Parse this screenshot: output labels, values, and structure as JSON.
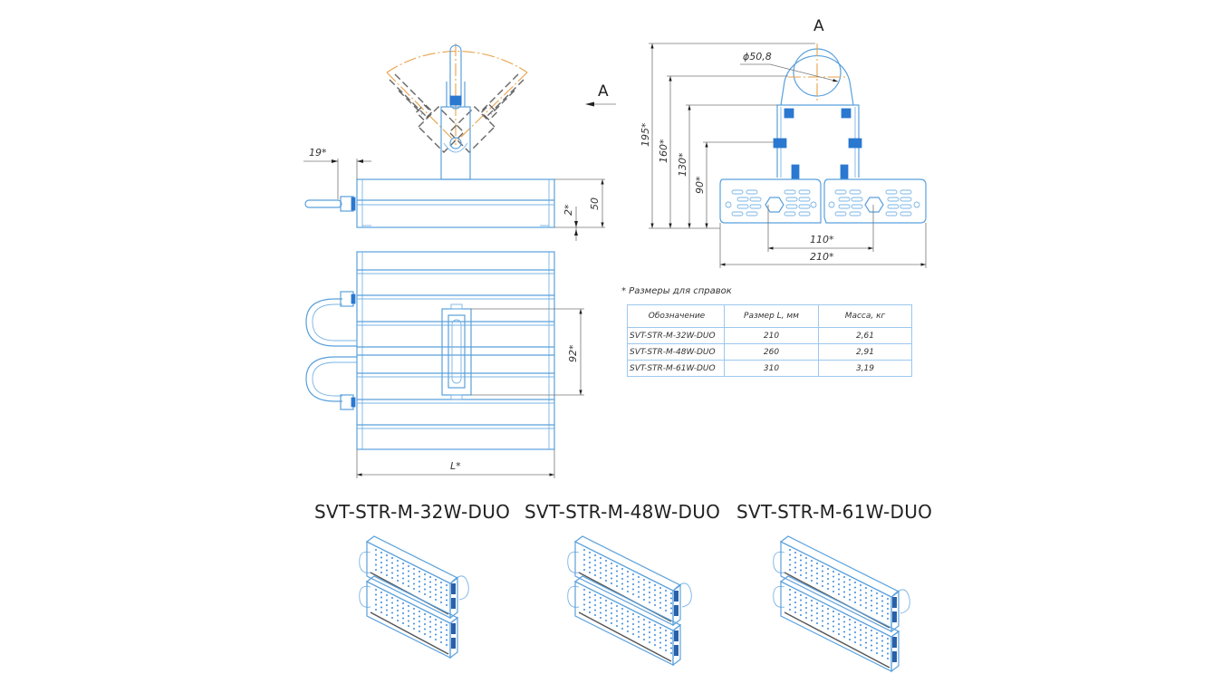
{
  "drawing": {
    "view_label_side": "A",
    "view_label_top": "A",
    "side_view_dims": {
      "cable_offset": "19*",
      "height": "50",
      "gap": "2*"
    },
    "top_view_dims": {
      "length": "L*",
      "bracket_spacing": "92*"
    },
    "view_a_dims": {
      "pipe_diameter": "ϕ50,8",
      "h195": "195*",
      "h160": "160*",
      "h130": "130*",
      "h90": "90*",
      "w110": "110*",
      "w210": "210*"
    }
  },
  "note": "* Размеры для справок",
  "spec_table": {
    "headers": [
      "Обозначение",
      "Размер L, мм",
      "Масса, кг"
    ],
    "rows": [
      [
        "SVT-STR-M-32W-DUO",
        "210",
        "2,61"
      ],
      [
        "SVT-STR-M-48W-DUO",
        "260",
        "2,91"
      ],
      [
        "SVT-STR-M-61W-DUO",
        "310",
        "3,19"
      ]
    ]
  },
  "models": [
    {
      "title": "SVT-STR-M-32W-DUO"
    },
    {
      "title": "SVT-STR-M-48W-DUO"
    },
    {
      "title": "SVT-STR-M-61W-DUO"
    }
  ],
  "colors": {
    "outline": "#5aa0dc",
    "fastener": "#2a78d0",
    "rotation_arc": "#e8a24a",
    "dimension": "#555555"
  }
}
